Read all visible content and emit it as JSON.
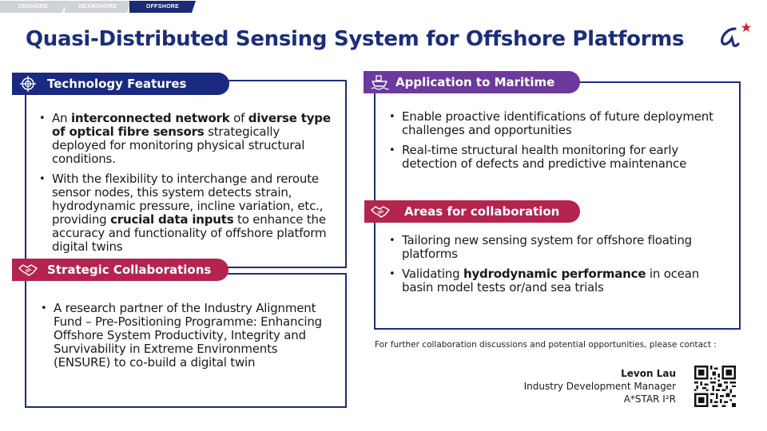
{
  "tabs": [
    {
      "label": "ONSHORE",
      "active": false
    },
    {
      "label": "NEARSHORE",
      "active": false
    },
    {
      "label": "OFFSHORE",
      "active": true
    }
  ],
  "title": "Quasi-Distributed Sensing System for Offshore Platforms",
  "logo": {
    "icon": "astar-logo",
    "color": "#1c2d7a",
    "star_color": "#d21f3c"
  },
  "colors": {
    "navy": "#1a2a80",
    "purple": "#6b3a9c",
    "crimson": "#b5234f",
    "border": "#1c2d7a"
  },
  "tech_features": {
    "heading": "Technology Features",
    "icon": "target-crosshair-icon",
    "item1": {
      "p1": "An ",
      "b1": "interconnected network",
      "p2": " of ",
      "b2": "diverse type of optical fibre sensors",
      "p3": " strategically deployed for monitoring physical structural conditions."
    },
    "item2": {
      "p1": "With the flexibility to interchange and reroute sensor nodes, this system detects strain, hydrodynamic pressure, incline variation, etc., providing ",
      "b1": "crucial data inputs",
      "p2": " to enhance the accuracy and functionality of offshore platform digital twins"
    }
  },
  "strategic": {
    "heading": "Strategic Collaborations",
    "icon": "handshake-icon",
    "item1": "A research partner of the Industry Alignment Fund – Pre-Positioning Programme: Enhancing Offshore System Productivity, Integrity and Survivability in Extreme Environments (ENSURE) to co-build a digital twin"
  },
  "maritime": {
    "heading": "Application to Maritime",
    "icon": "ship-icon",
    "item1": "Enable proactive identifications of future deployment challenges and opportunities",
    "item2": "Real-time structural health monitoring for early detection of defects and predictive maintenance"
  },
  "areas": {
    "heading": "Areas for collaboration",
    "icon": "handshake-icon",
    "item1": "Tailoring new sensing system for offshore floating platforms",
    "item2": {
      "p1": "Validating ",
      "b1": "hydrodynamic performance",
      "p2": " in ocean basin model tests or/and sea trials"
    }
  },
  "contact": {
    "intro": "For further collaboration discussions and potential opportunities, please contact :",
    "name": "Levon Lau",
    "role": "Industry Development Manager",
    "org": "A*STAR I²R",
    "qr_icon": "qr-code-icon"
  }
}
